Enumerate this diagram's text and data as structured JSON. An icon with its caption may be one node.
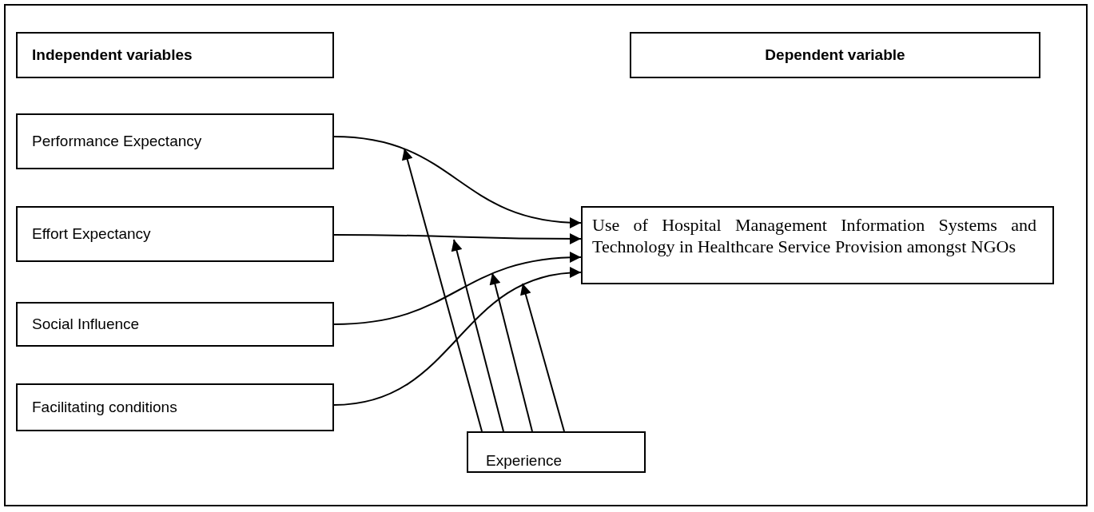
{
  "diagram": {
    "nodes": [
      {
        "text": [
          "Independent variables"
        ]
      },
      {
        "text": [
          "Dependent variable"
        ]
      },
      {
        "text": [
          "Performance Expectancy"
        ]
      },
      {
        "text": [
          "Effort Expectancy"
        ]
      },
      {
        "text": [
          "Use of Hospital Management Information Systems and Technology in Healthcare Service Provision amongst NGOs"
        ]
      },
      {
        "text": [
          "Social Influence"
        ]
      },
      {
        "text": [
          "Facilitating conditions"
        ]
      },
      {
        "text": [
          "Experience"
        ]
      }
    ],
    "edges": [
      {
        "from": 2,
        "to": 4,
        "arrow": "to"
      },
      {
        "from": 3,
        "to": 4,
        "arrow": "to"
      },
      {
        "from": 5,
        "to": 4,
        "arrow": "to"
      },
      {
        "from": 6,
        "to": 4,
        "arrow": "to"
      },
      {
        "from": 7,
        "to": null,
        "arrow": "to"
      },
      {
        "from": 7,
        "to": null,
        "arrow": "to"
      },
      {
        "from": 7,
        "to": null,
        "arrow": "to"
      },
      {
        "from": 7,
        "to": null,
        "arrow": "to"
      }
    ]
  }
}
